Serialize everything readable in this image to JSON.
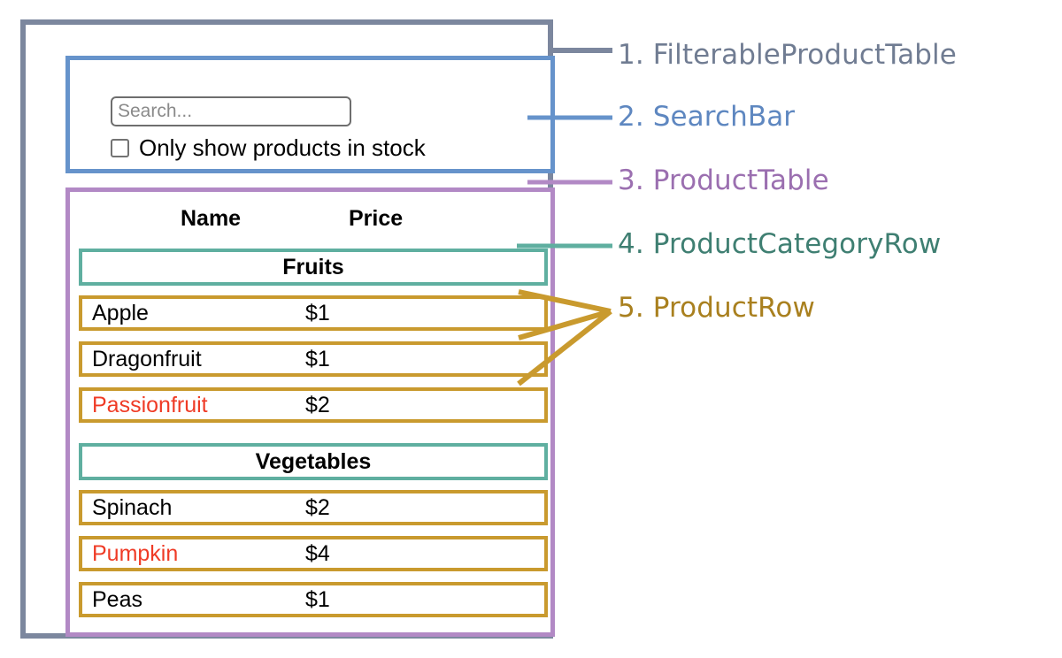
{
  "diagram": {
    "title": "React component hierarchy diagram for a filterable product table",
    "colors": {
      "filterable_product_table": "#7C879E",
      "search_bar": "#6693CB",
      "product_table": "#B289C5",
      "product_category_row": "#5FAFA0",
      "product_row": "#C99A2E",
      "out_of_stock_text": "#EF3B26",
      "background": "#FFFFFF"
    }
  },
  "search_bar": {
    "input": {
      "value": "",
      "placeholder": "Search..."
    },
    "checkbox": {
      "label": "Only show products in stock",
      "checked": false
    }
  },
  "product_table": {
    "columns": [
      "Name",
      "Price"
    ],
    "groups": [
      {
        "category": "Fruits",
        "products": [
          {
            "name": "Apple",
            "price": "$1",
            "stocked": true
          },
          {
            "name": "Dragonfruit",
            "price": "$1",
            "stocked": true
          },
          {
            "name": "Passionfruit",
            "price": "$2",
            "stocked": false
          }
        ]
      },
      {
        "category": "Vegetables",
        "products": [
          {
            "name": "Spinach",
            "price": "$2",
            "stocked": true
          },
          {
            "name": "Pumpkin",
            "price": "$4",
            "stocked": false
          },
          {
            "name": "Peas",
            "price": "$1",
            "stocked": true
          }
        ]
      }
    ]
  },
  "legend": [
    {
      "number": "1.",
      "name": "FilterableProductTable",
      "text": "1. FilterableProductTable",
      "color": "#707C92"
    },
    {
      "number": "2.",
      "name": "SearchBar",
      "text": "2. SearchBar",
      "color": "#5E87C0"
    },
    {
      "number": "3.",
      "name": "ProductTable",
      "text": "3. ProductTable",
      "color": "#9B6FB0"
    },
    {
      "number": "4.",
      "name": "ProductCategoryRow",
      "text": "4. ProductCategoryRow",
      "color": "#3F7F72"
    },
    {
      "number": "5.",
      "name": "ProductRow",
      "text": "5. ProductRow",
      "color": "#A9801F"
    }
  ]
}
